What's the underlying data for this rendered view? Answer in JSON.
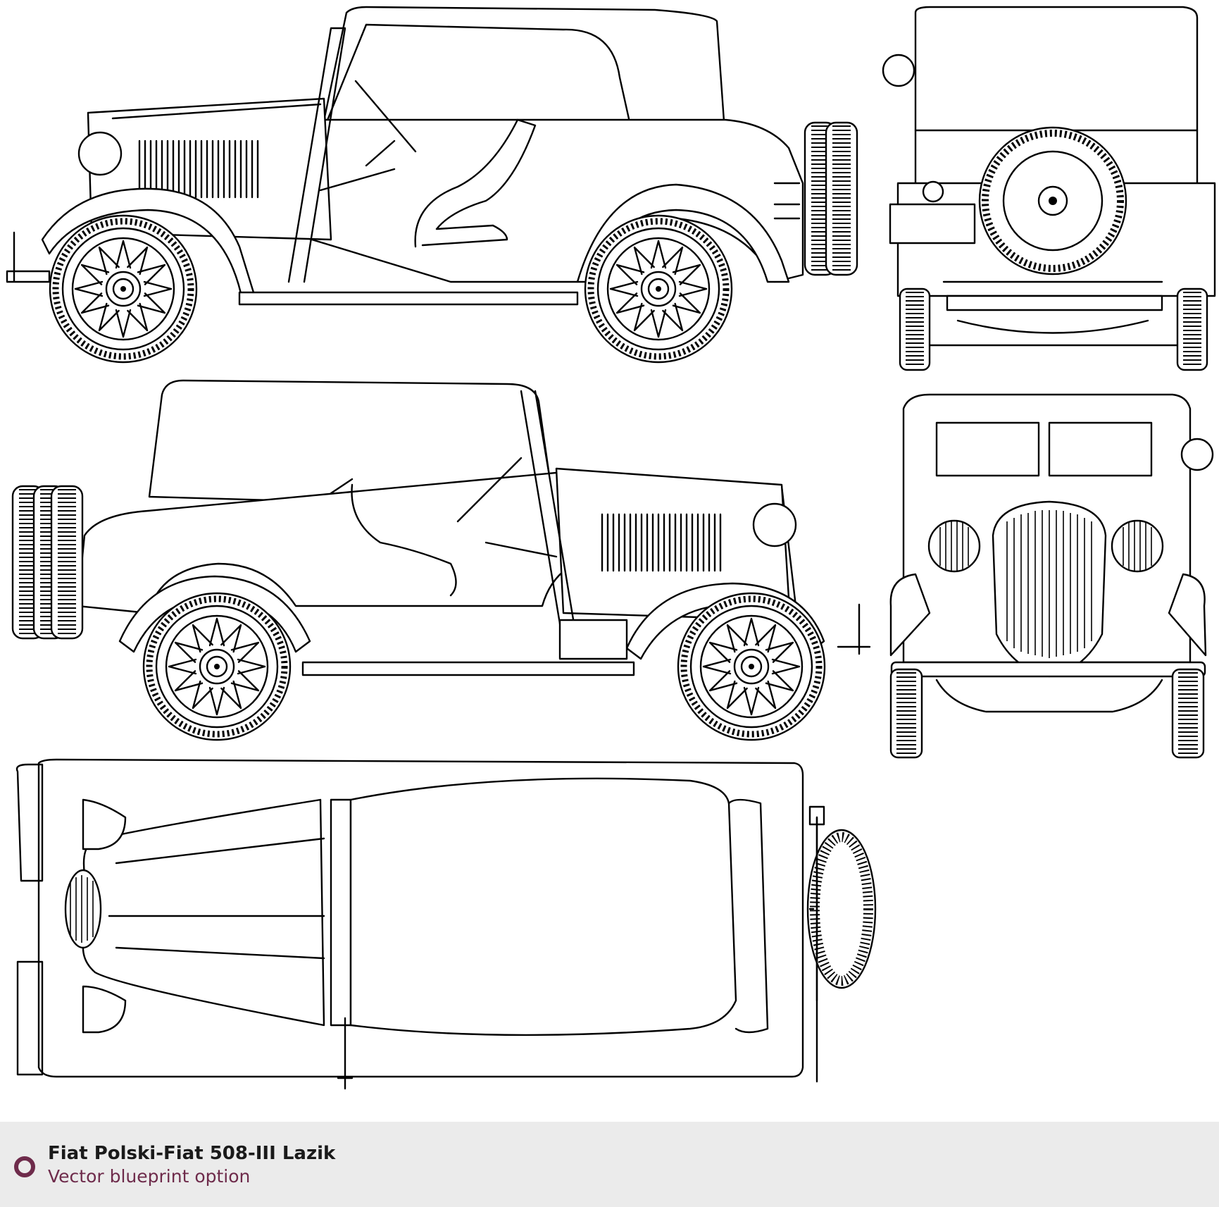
{
  "footer": {
    "title": "Fiat Polski-Fiat 508-III Lazik",
    "subtitle": "Vector blueprint option",
    "icon": "ring-icon",
    "accent_color": "#6e2b4b",
    "background_color": "#ebebeb"
  },
  "views": [
    "side-view-left",
    "side-view-right",
    "top-view",
    "rear-view",
    "front-view"
  ]
}
